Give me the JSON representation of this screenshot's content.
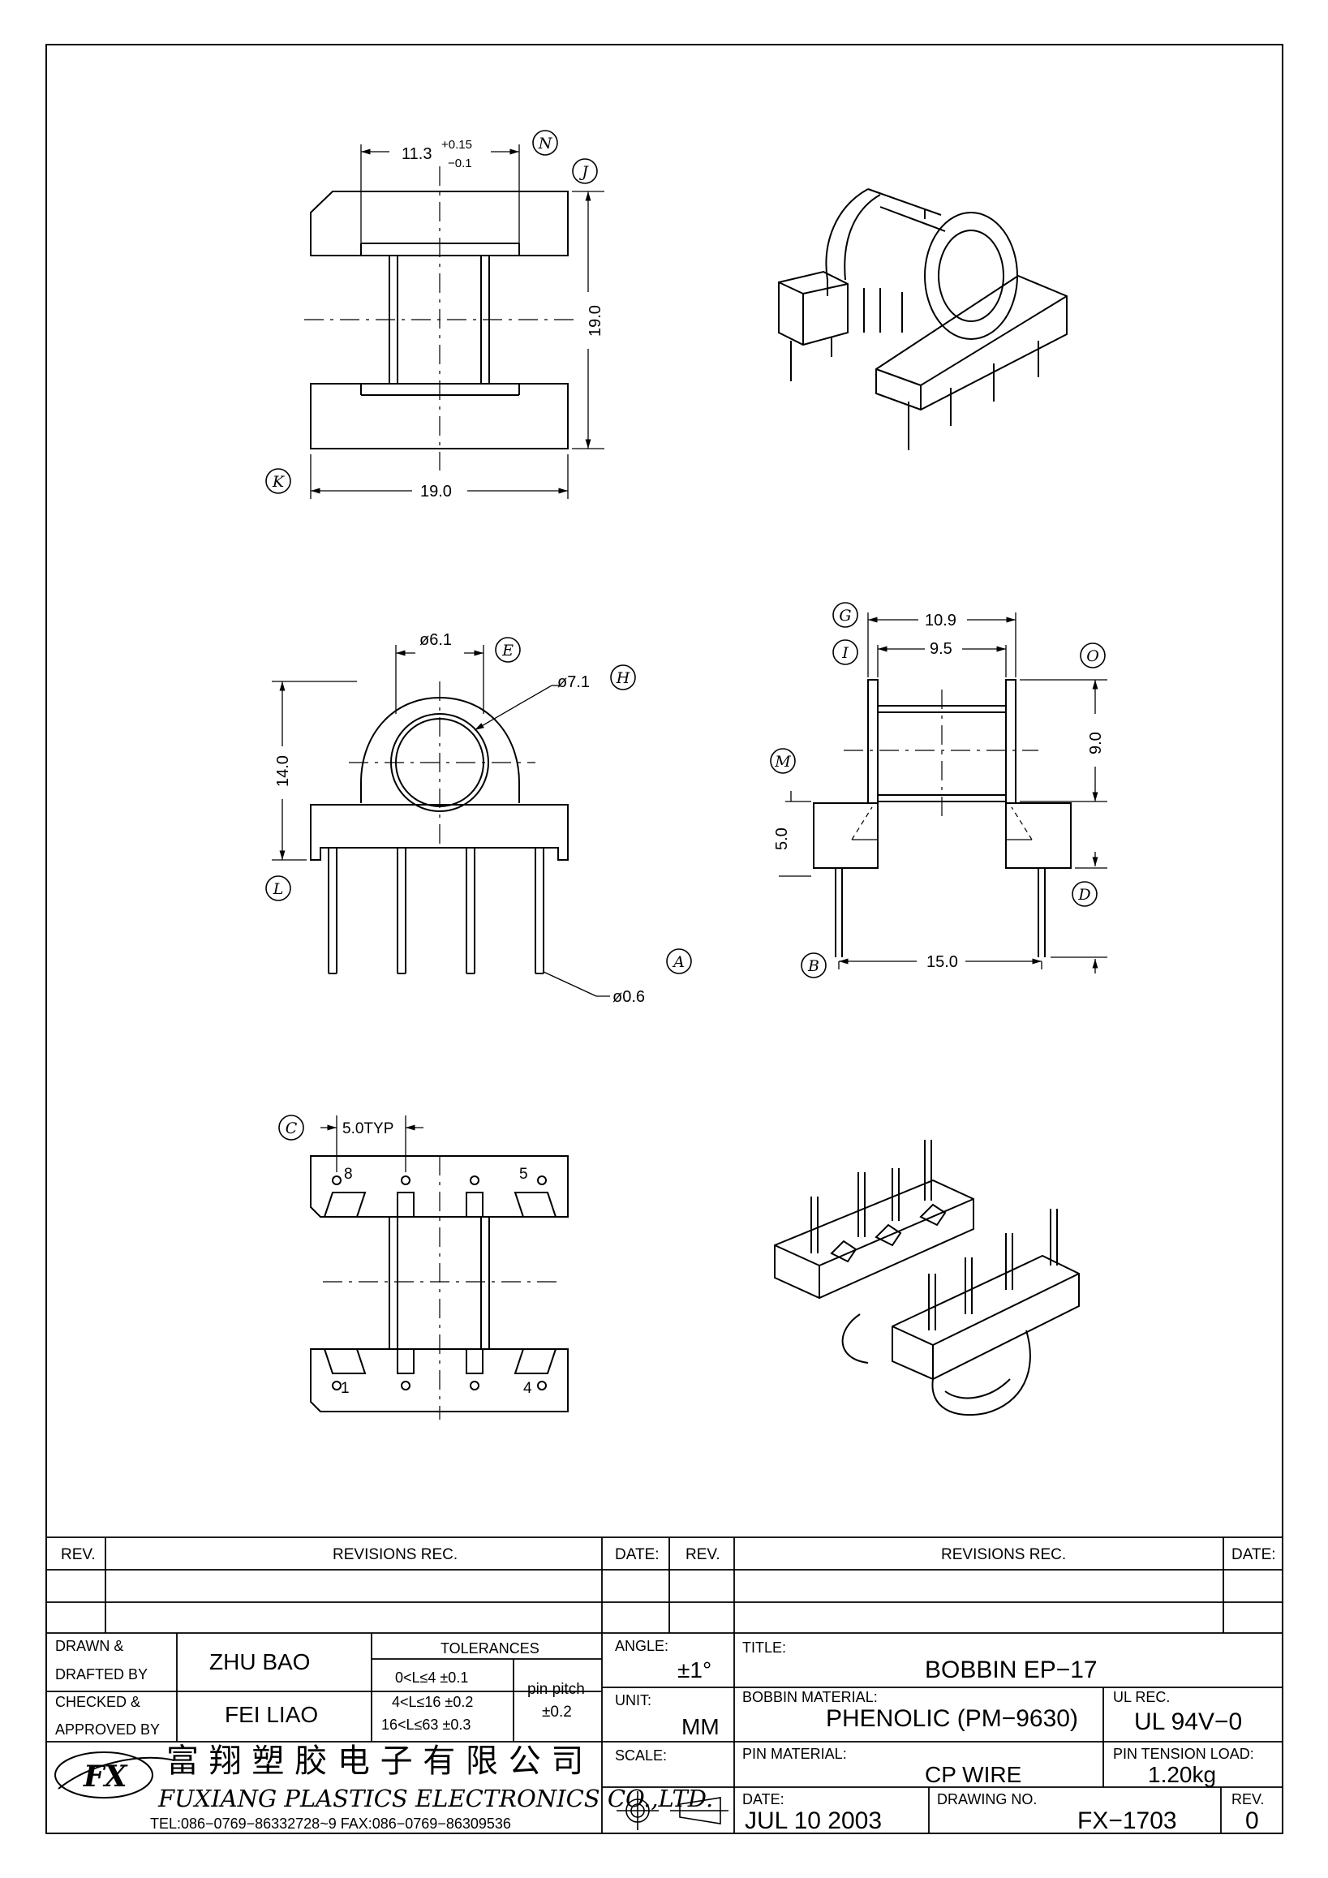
{
  "dimensions": {
    "top_width": "11.3",
    "top_tol_plus": "+0.15",
    "top_tol_minus": "−0.1",
    "top_height": "19.0",
    "top_bottom_width": "19.0",
    "front_inner_dia": "ø6.1",
    "front_outer_dia": "ø7.1",
    "front_height": "14.0",
    "pin_dia": "ø0.6",
    "side_outer": "10.9",
    "side_inner": "9.5",
    "side_height": "9.0",
    "side_base": "5.0",
    "side_pin_span": "15.0",
    "bottom_pitch": "5.0TYP"
  },
  "labels": {
    "a": "A",
    "b": "B",
    "c": "C",
    "d": "D",
    "e": "E",
    "g": "G",
    "h": "H",
    "i": "I",
    "j": "J",
    "k": "K",
    "l": "L",
    "m": "M",
    "n": "N",
    "o": "O"
  },
  "pins": {
    "p8": "8",
    "p5": "5",
    "p1": "1",
    "p4": "4"
  },
  "title_block": {
    "rev_header": "REV.",
    "revisions_header": "REVISIONS   REC.",
    "date_header": "DATE:",
    "drawn_label_1": "DRAWN &",
    "drawn_label_2": "DRAFTED BY",
    "drawn_name": "ZHU   BAO",
    "checked_label_1": "CHECKED &",
    "checked_label_2": "APPROVED BY",
    "checked_name": "FEI LIAO",
    "tolerances_label": "TOLERANCES",
    "tol_row1": "0<L≤4   ±0.1",
    "tol_row2": "4<L≤16  ±0.2",
    "tol_row3": "16<L≤63  ±0.3",
    "pin_pitch_label": "pin pitch",
    "pin_pitch_value": "±0.2",
    "angle_label": "ANGLE:",
    "angle_value": "±1°",
    "unit_label": "UNIT:",
    "unit_value": "MM",
    "scale_label": "SCALE:",
    "title_label": "TITLE:",
    "title_value": "BOBBIN  EP−17",
    "bobbin_material_label": "BOBBIN MATERIAL:",
    "bobbin_material_value": "PHENOLIC  (PM−9630)",
    "ul_label": "UL REC.",
    "ul_value": "UL  94V−0",
    "pin_material_label": "PIN MATERIAL:",
    "pin_material_value": "CP  WIRE",
    "pin_tension_label": "PIN TENSION  LOAD:",
    "pin_tension_value": "1.20kg",
    "date_label": "DATE:",
    "date_value": "JUL  10   2003",
    "drawing_no_label": "DRAWING NO.",
    "drawing_no_value": "FX−1703",
    "rev_label": "REV.",
    "rev_value": "0",
    "company_cn": "富 翔 塑 胶 电 子 有 限 公 司",
    "company_en": "FUXIANG  PLASTICS  ELECTRONICS  CO.,LTD.",
    "company_contact": "TEL:086−0769−86332728~9   FAX:086−0769−86309536",
    "logo_text": "FX"
  }
}
